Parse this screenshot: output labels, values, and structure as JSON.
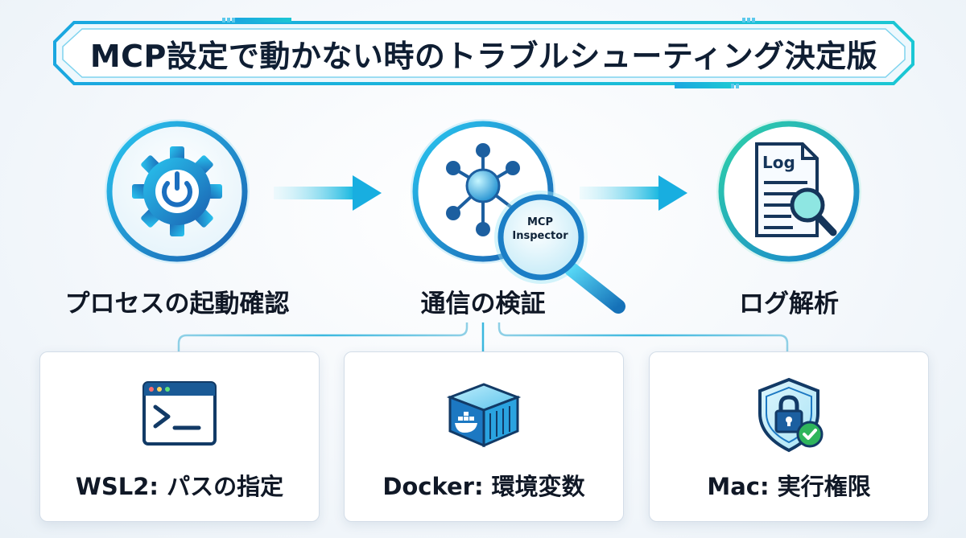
{
  "title": "MCP設定で動かない時のトラブルシューティング決定版",
  "steps": [
    {
      "label": "プロセスの起動確認",
      "icon": "power-gear-icon"
    },
    {
      "label": "通信の検証",
      "icon": "network-hub-icon"
    },
    {
      "label": "ログ解析",
      "icon": "log-document-icon"
    }
  ],
  "magnifier": {
    "line1": "MCP",
    "line2": "Inspector"
  },
  "log_icon_text": "Log",
  "cards": [
    {
      "label": "WSL2: パスの指定",
      "icon": "terminal-window-icon"
    },
    {
      "label": "Docker: 環境変数",
      "icon": "docker-container-icon"
    },
    {
      "label": "Mac: 実行権限",
      "icon": "shield-lock-icon"
    }
  ],
  "colors": {
    "accent": "#1fb3d9",
    "dark_blue": "#1c5fa0",
    "green": "#2fb55c",
    "text": "#101826"
  }
}
